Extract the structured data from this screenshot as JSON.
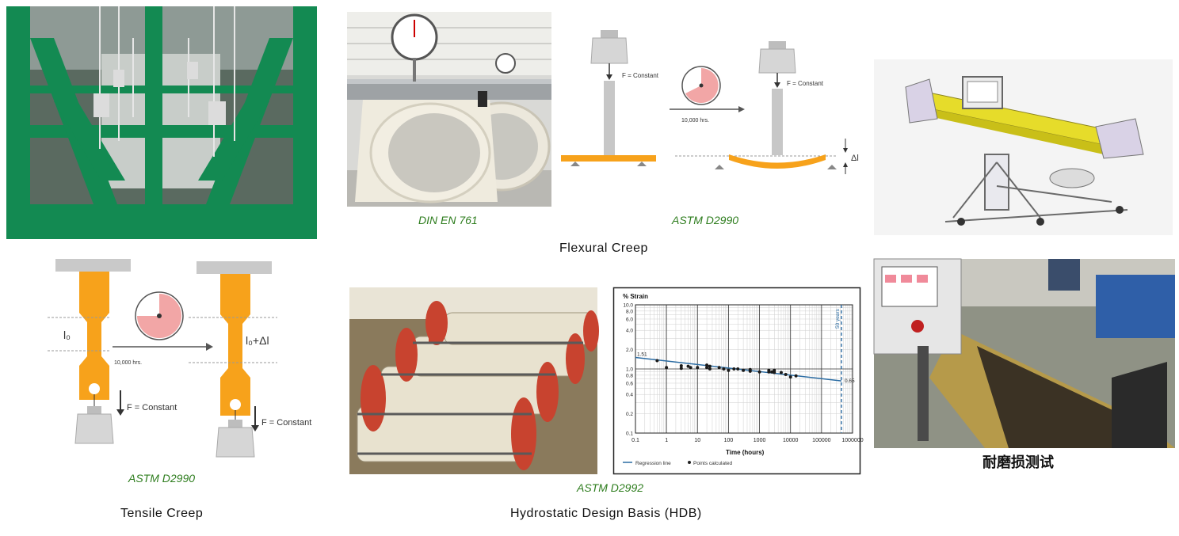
{
  "colors": {
    "orange": "#f7a21b",
    "green_label": "#2e7d1e",
    "frame_green": "#138a52",
    "flange_red": "#c8432f",
    "regression": "#2b6ca3"
  },
  "flexural": {
    "standard_left": "DIN EN 761",
    "standard_right": "ASTM D2990",
    "force_label_left": "F = Constant",
    "force_label_right": "F = Constant",
    "duration": "10,000 hrs.",
    "deflection": "Δl",
    "caption": "Flexural Creep"
  },
  "tensile": {
    "force_label_left": "F = Constant",
    "force_label_right": "F = Constant",
    "duration": "10,000 hrs.",
    "length_left": "l₀",
    "length_right": "l₀+Δl",
    "standard": "ASTM D2990",
    "caption": "Tensile Creep"
  },
  "hdb": {
    "standard": "ASTM D2992",
    "caption": "Hydrostatic Design Basis (HDB)"
  },
  "abrasion": {
    "caption": "耐磨损测试"
  },
  "chart_data": {
    "type": "scatter",
    "scale": "log-log",
    "ylabel": "% Strain",
    "xlabel": "Time (hours)",
    "x_ticks": [
      "0.1",
      "1",
      "10",
      "100",
      "1000",
      "10000",
      "100000",
      "1000000"
    ],
    "y_ticks": [
      "10.0",
      "8.0",
      "6.0",
      "4.0",
      "2.0",
      "1.0",
      "0.8",
      "0.6",
      "0.4",
      "0.2",
      "0.1"
    ],
    "xlim": [
      0.1,
      1000000
    ],
    "ylim": [
      0.1,
      10
    ],
    "marker_label": "50 years",
    "marker_x": 438000,
    "regression": {
      "x": [
        0.1,
        438000
      ],
      "y": [
        1.51,
        0.65
      ],
      "start_label": "1.51",
      "end_label": "0.65"
    },
    "points": [
      [
        0.5,
        1.35
      ],
      [
        1,
        1.05
      ],
      [
        3,
        1.02
      ],
      [
        3,
        1.12
      ],
      [
        5,
        1.1
      ],
      [
        6,
        1.05
      ],
      [
        10,
        1.05
      ],
      [
        20,
        1.15
      ],
      [
        20,
        1.05
      ],
      [
        25,
        1.1
      ],
      [
        25,
        1.0
      ],
      [
        50,
        1.05
      ],
      [
        70,
        1.0
      ],
      [
        100,
        0.95
      ],
      [
        150,
        1.0
      ],
      [
        200,
        1.0
      ],
      [
        300,
        0.95
      ],
      [
        500,
        0.92
      ],
      [
        500,
        0.98
      ],
      [
        1000,
        0.9
      ],
      [
        2000,
        0.95
      ],
      [
        2000,
        0.9
      ],
      [
        2500,
        0.9
      ],
      [
        3000,
        0.95
      ],
      [
        3000,
        0.88
      ],
      [
        5000,
        0.88
      ],
      [
        7000,
        0.82
      ],
      [
        10000,
        0.75
      ],
      [
        15000,
        0.78
      ]
    ],
    "legend": [
      "Regression line",
      "Points calculated"
    ]
  }
}
